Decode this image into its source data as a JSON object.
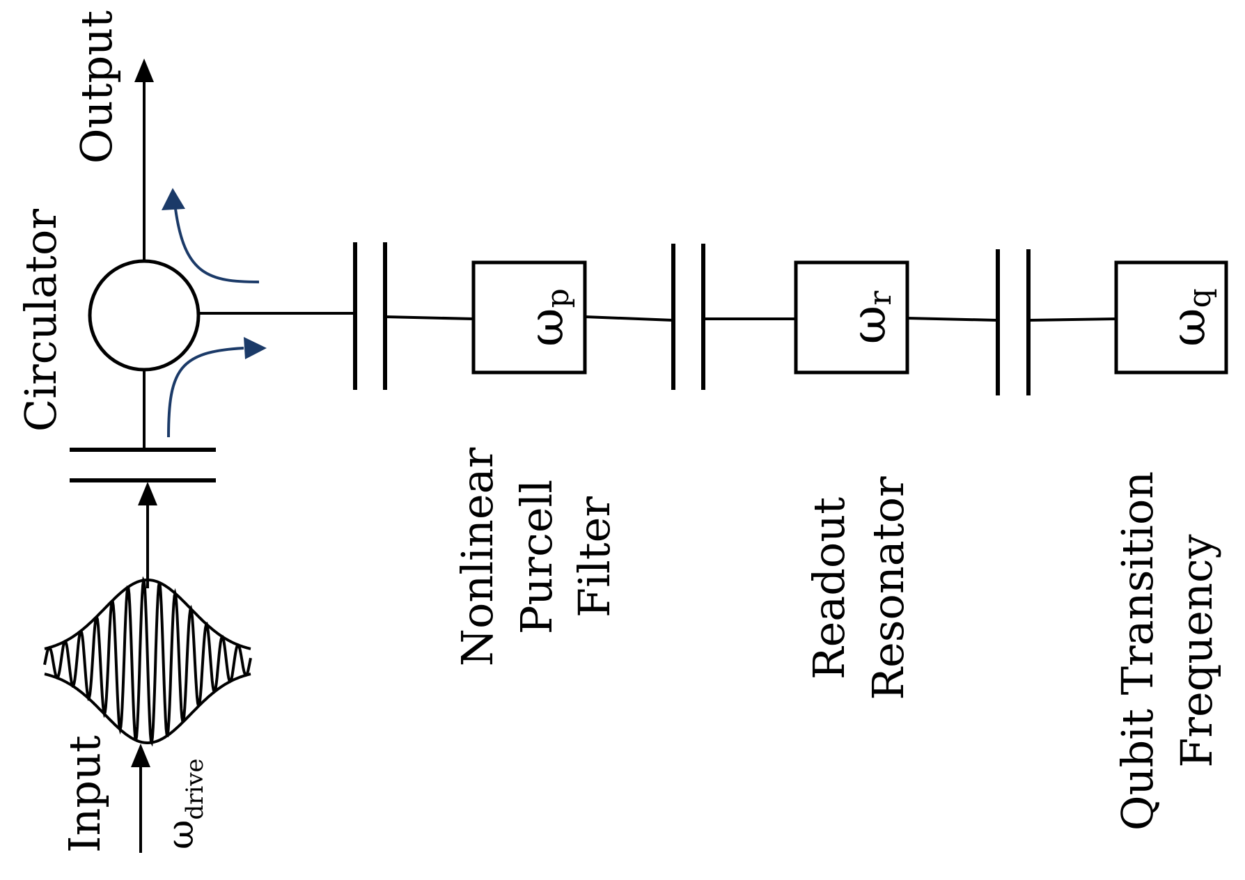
{
  "labels": {
    "output": "Output",
    "circulator": "Circulator",
    "input": "Input",
    "drive_symbol": "ω",
    "drive_sub": "drive",
    "purcell_line1": "Nonlinear",
    "purcell_line2": "Purcell",
    "purcell_line3": "Filter",
    "readout_line1": "Readout",
    "readout_line2": "Resonator",
    "qubit_line1": "Qubit Transition",
    "qubit_line2": "Frequency"
  },
  "boxes": {
    "purcell_symbol": "ω",
    "purcell_sub": "p",
    "readout_symbol": "ω",
    "readout_sub": "r",
    "qubit_symbol": "ω",
    "qubit_sub": "q"
  },
  "colors": {
    "line": "#000000",
    "flow_arrow": "#1b3a68"
  }
}
